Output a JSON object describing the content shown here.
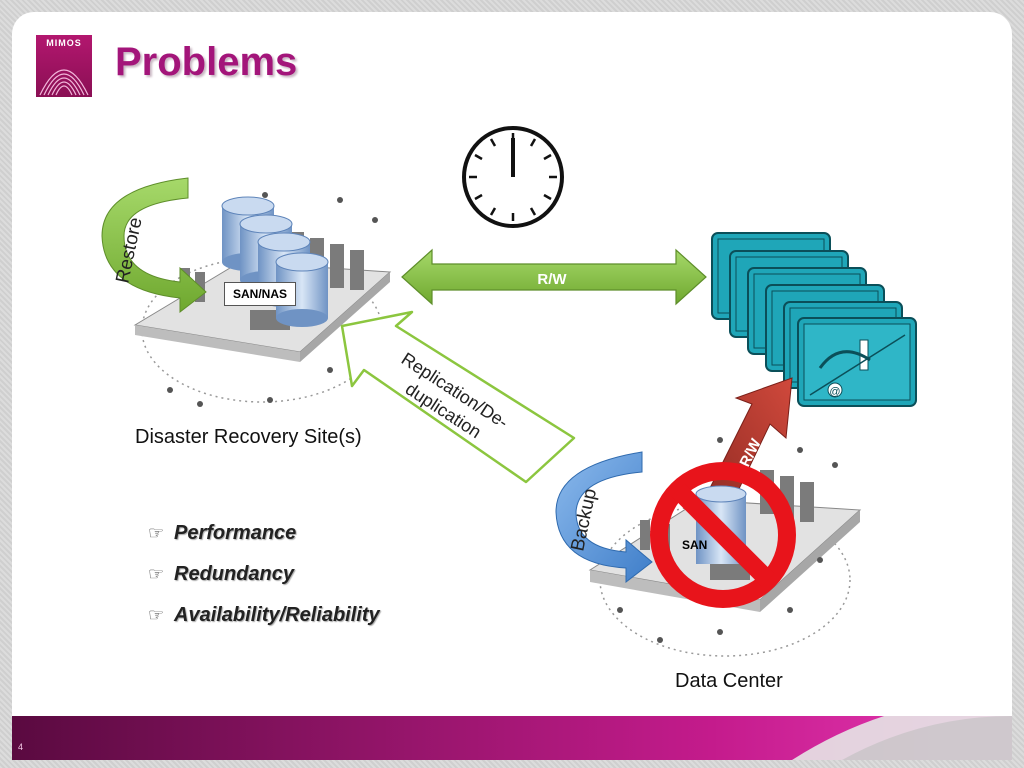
{
  "slide": {
    "logo_text": "MIMOS",
    "title": "Problems",
    "page_number": "4"
  },
  "diagram": {
    "dr_site_label": "Disaster Recovery Site(s)",
    "data_center_label": "Data Center",
    "dr_storage_label": "SAN/NAS",
    "dc_storage_label": "SAN",
    "restore_label": "Restore",
    "backup_label": "Backup",
    "rw_label": "R/W",
    "replication_line1": "Replication/De-",
    "replication_line2": "duplication",
    "dc_rw_label": "R/W"
  },
  "bullets": [
    {
      "text": "Performance"
    },
    {
      "text": "Redundancy"
    },
    {
      "text": "Availability/Reliability"
    }
  ],
  "colors": {
    "title": "#a3157a",
    "green_arrow": "#8cc63f",
    "blue_arrow": "#4f8fd6",
    "red_arrow": "#c0392b",
    "prohibit": "#e8141b",
    "terminal": "#1fa6b8"
  }
}
